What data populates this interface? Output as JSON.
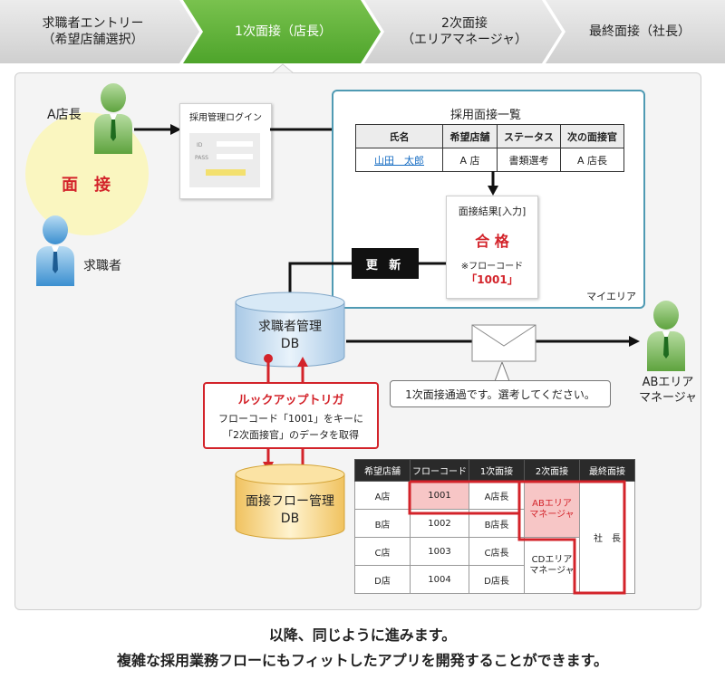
{
  "steps": [
    {
      "line1": "求職者エントリー",
      "line2": "（希望店舗選択）"
    },
    {
      "line1": "1次面接（店長）",
      "line2": ""
    },
    {
      "line1": "2次面接",
      "line2": "（エリアマネージャ）"
    },
    {
      "line1": "最終面接（社長）",
      "line2": ""
    }
  ],
  "colors": {
    "active_step": "#5fb33a",
    "step": "#d9d9d9",
    "accent_red": "#d3232a",
    "my_area_border": "#4f9ab3"
  },
  "store_manager": {
    "label": "A店長",
    "icon": "person-icon"
  },
  "candidate": {
    "label": "求職者",
    "icon": "person-icon"
  },
  "interview_label": "面　接",
  "login": {
    "title": "採用管理ログイン",
    "id_label": "ID",
    "pass_label": "PASS"
  },
  "interview_list": {
    "title": "採用面接一覧",
    "headers": [
      "氏名",
      "希望店舗",
      "ステータス",
      "次の面接官"
    ],
    "row": {
      "name": "山田　太郎",
      "store": "A 店",
      "status": "書類選考",
      "next": "A 店長"
    }
  },
  "result": {
    "title": "面接結果[入力]",
    "value": "合 格",
    "note": "※フローコード",
    "code": "「1001」"
  },
  "update_button": "更 新",
  "my_area_label": "マイエリア",
  "db1": {
    "line1": "求職者管理",
    "line2": "DB"
  },
  "db2": {
    "line1": "面接フロー管理",
    "line2": "DB"
  },
  "trigger": {
    "title": "ルックアップトリガ",
    "line1": "フローコード「1001」をキーに",
    "line2": "「2次面接官」のデータを取得"
  },
  "notice": {
    "text": "1次面接通過です。選考してください。",
    "icon": "envelope-icon"
  },
  "area_manager": {
    "line1": "ABエリア",
    "line2": "マネージャ",
    "icon": "person-icon"
  },
  "flow_table": {
    "headers": [
      "希望店舗",
      "フローコード",
      "1次面接",
      "2次面接",
      "最終面接"
    ],
    "rows": [
      {
        "store": "A店",
        "code": "1001",
        "first": "A店長"
      },
      {
        "store": "B店",
        "code": "1002",
        "first": "B店長"
      },
      {
        "store": "C店",
        "code": "1003",
        "first": "C店長"
      },
      {
        "store": "D店",
        "code": "1004",
        "first": "D店長"
      }
    ],
    "second_ab": {
      "line1": "ABエリア",
      "line2": "マネージャ"
    },
    "second_cd": {
      "line1": "CDエリア",
      "line2": "マネージャ"
    },
    "final": "社　長"
  },
  "footer": {
    "line1": "以降、同じように進みます。",
    "line2": "複雑な採用業務フローにもフィットしたアプリを開発することができます。"
  }
}
